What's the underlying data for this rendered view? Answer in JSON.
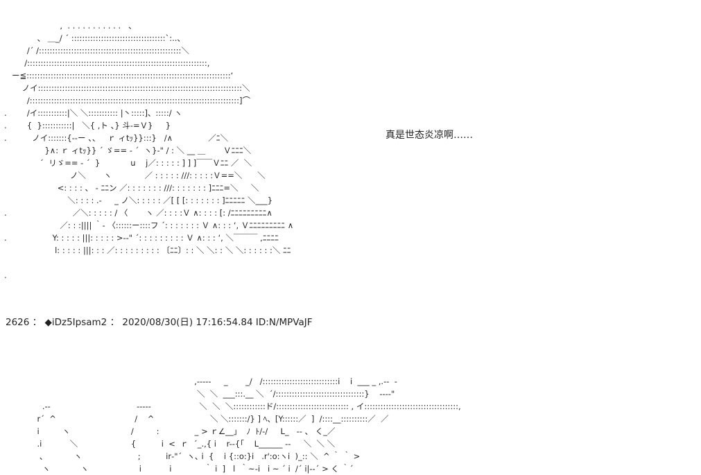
{
  "thread": {
    "post_1": {
      "ascii_art_lines": [
        "                      ,  . . . . . . . . . . .   、",
        "             、 ＿_/ ´ :::::::::::::::::::::::::::::::::::`:..、",
        "         /´ /:::::::::::::::::::::::::::::::::::::::::::::::::::::＼",
        "        /:::::::::::::::::::::::::::::::::::::::::::::::::::::::::::::::::::,",
        "   ー≦::::::::::::::::::::::::::::::::::::::::::::::::::::::::::::::::::::::::::::‘",
        "       ノイ::::::::::::::::::::::::::::::::::::::::::::::::::::::::::::::::::::::::::::＼",
        "         /::::::::::::::::::::::::::::::::::::::::::::::::::::::::::::::::::::::::::::::]⌒",
        ".        /イ:::::::::::|＼ ＼::::::::::: |丶:::::]、:::::/ ヽ",
        ".        {  }:::::::::::|   ＼{ ,ト 、} 斗‐=Ｖ}     }",
        ".          ノイ:::::::{--ー 、、   ｒ ィtｯ}}:::}   /∧              ／ﾆ＼",
        "                }∧: ｒ ィtｯ}} ´ ゞ== ‐ ´  ヽ}‐\" / : ＼ __ ＿       Ｖﾆﾆﾆ＼",
        "              ´  リゞ== ‐ ´  }            u    j／: : : : : ] ] ]￣￣Ｖﾆﾆ ／  ＼",
        "                          ノ＼       ヽ             ／ : : : : : ///: : : : :Ｖ==＼      ＼",
        "                     <: : : : 、 ‐ ﾆﾆン ／: : : : : : : ///: : : : : : : ]ﾆﾆﾆ=＼     ＼",
        "                         ＼: : : : .-     _ ノ＼: : : : : ／[ [ [: : : : : : : ]ﾆﾆﾆﾆﾆ ＼___}",
        ".                          ／＼: : : : : / 〈       ヽ ／: : : :Ｖ ∧: : : : [: /ﾆﾆﾆﾆﾆﾆﾆﾆﾆ∧",
        "                      ／: : :|||| ｀- 〈::::::ー::::フ ´: : : : : : : Ｖ ∧: : : ‘, Ｖﾆﾆﾆﾆﾆﾆﾆﾆﾆ ∧",
        ".                  Y: : : : : |||: : : : : >-‐\" ´: : : : : : : : : Ｖ ∧: : : ‘, ＼￣￣￣ ,ﾆﾆﾆﾆ",
        "                    l: : : : : |||: : : ／: : : : : : : : : 〔ﾆﾆ〕: : ＼ ＼: : ＼ ＼: : : : : :＼ ﾆﾆ",
        "",
        "."
      ],
      "caption": "真是世态炎凉啊……"
    },
    "post_2": {
      "header": {
        "number": "2626",
        "separator": "：",
        "name": "◆iDz5Ipsam2",
        "separator2": "：",
        "date": "2020/08/30(日) 17:16:54.84",
        "id": "ID:N/MPVaJF"
      },
      "ascii_art_lines": [
        "                                                                           ,-----     _       _/   /::::::::::::::::::::::::::::i    i  ___ _ ,.--  -",
        "                                                                            ＼  ＼  ___:::.__ ＼  ´/:::::::::::::::::::::::::::::::::}    ---‐\"",
        "               .--                                  -----                   ＼  ＼  ＼::::::::::::ド/::::::::::::::::::::::::::: , イ:::::::::::::::::::::::::::::::::::,",
        "             r´  ^                               /    ^                      ＼ ＼:::::::/} ] ﾍ、[Y::::::／  ]  /::::__::::::::::／  ／",
        "             i         ヽ                        /         :              _ > ｒ∠__」  ﾉ  ﾄ/‐/     L_   -- 、 く_／",
        "             .i           ＼                     {          i  <  ｒ  ´_.,{ i    r--{｢    L______ --     ＼  ＼ ＼",
        "              ､            ヽ                      ;          ir‐\"´  ヽ､ i  {    i {::o:}i   .r':o:ヽi  )_:: ＼  ^ ｀ ｀ >",
        "               ヽ            ヽ                    i           i             ｀ i  ]   l  ｀~‐i   i ~ ´ i  /´ i|--´ > く ｀´"
      ]
    }
  }
}
